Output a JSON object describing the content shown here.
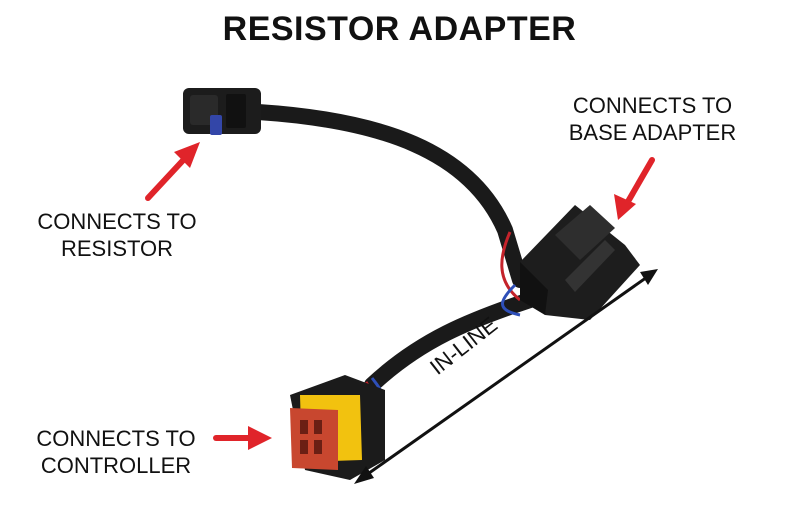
{
  "title": "RESISTOR ADAPTER",
  "labels": {
    "base_adapter_line1": "CONNECTS TO",
    "base_adapter_line2": "BASE ADAPTER",
    "resistor_line1": "CONNECTS TO",
    "resistor_line2": "RESISTOR",
    "controller_line1": "CONNECTS TO",
    "controller_line2": "CONTROLLER",
    "inline": "IN-LINE"
  },
  "colors": {
    "arrow": "#e0242a",
    "cable": "#1a1a1a",
    "controller_collar": "#f2c20f",
    "controller_face": "#c8472f"
  }
}
